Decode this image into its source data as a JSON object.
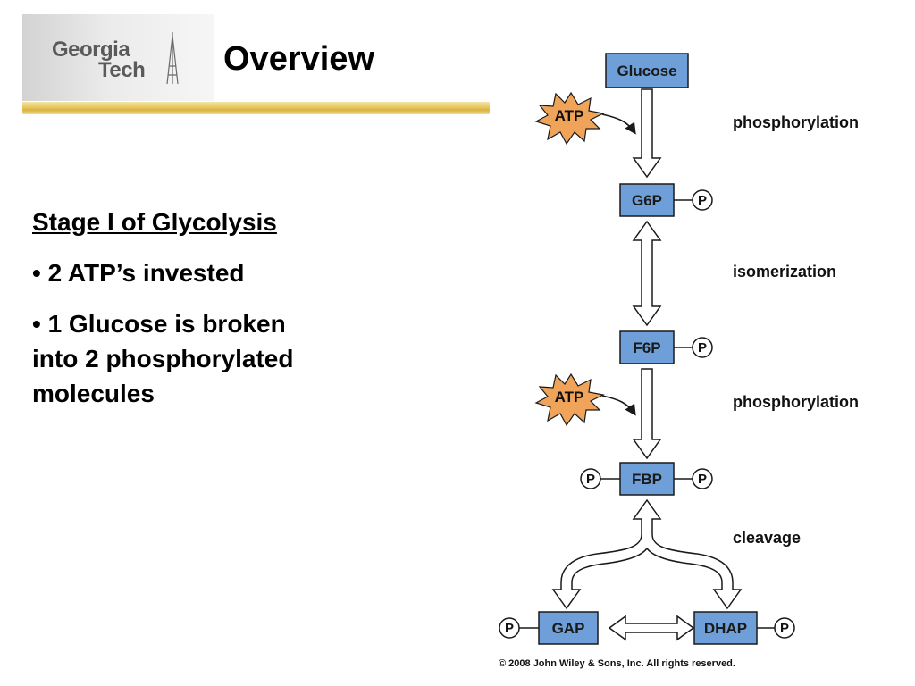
{
  "logo": {
    "line1": "Georgia",
    "line2": "Tech"
  },
  "title": "Overview",
  "content": {
    "heading": "Stage I of Glycolysis",
    "bullets": [
      "• 2 ATP’s invested",
      "• 1 Glucose is broken\ninto 2 phosphorylated\nmolecules"
    ]
  },
  "diagram": {
    "molecules": {
      "glucose": "Glucose",
      "g6p": "G6P",
      "f6p": "F6P",
      "fbp": "FBP",
      "gap": "GAP",
      "dhap": "DHAP"
    },
    "phosphate": "P",
    "atp": "ATP",
    "steps": {
      "step1": "phosphorylation",
      "step2": "isomerization",
      "step3": "phosphorylation",
      "step4": "cleavage"
    },
    "copyright": "© 2008 John Wiley & Sons, Inc. All rights reserved.",
    "colors": {
      "box_fill": "#6f9fd8",
      "atp_fill": "#f0a45a"
    }
  }
}
